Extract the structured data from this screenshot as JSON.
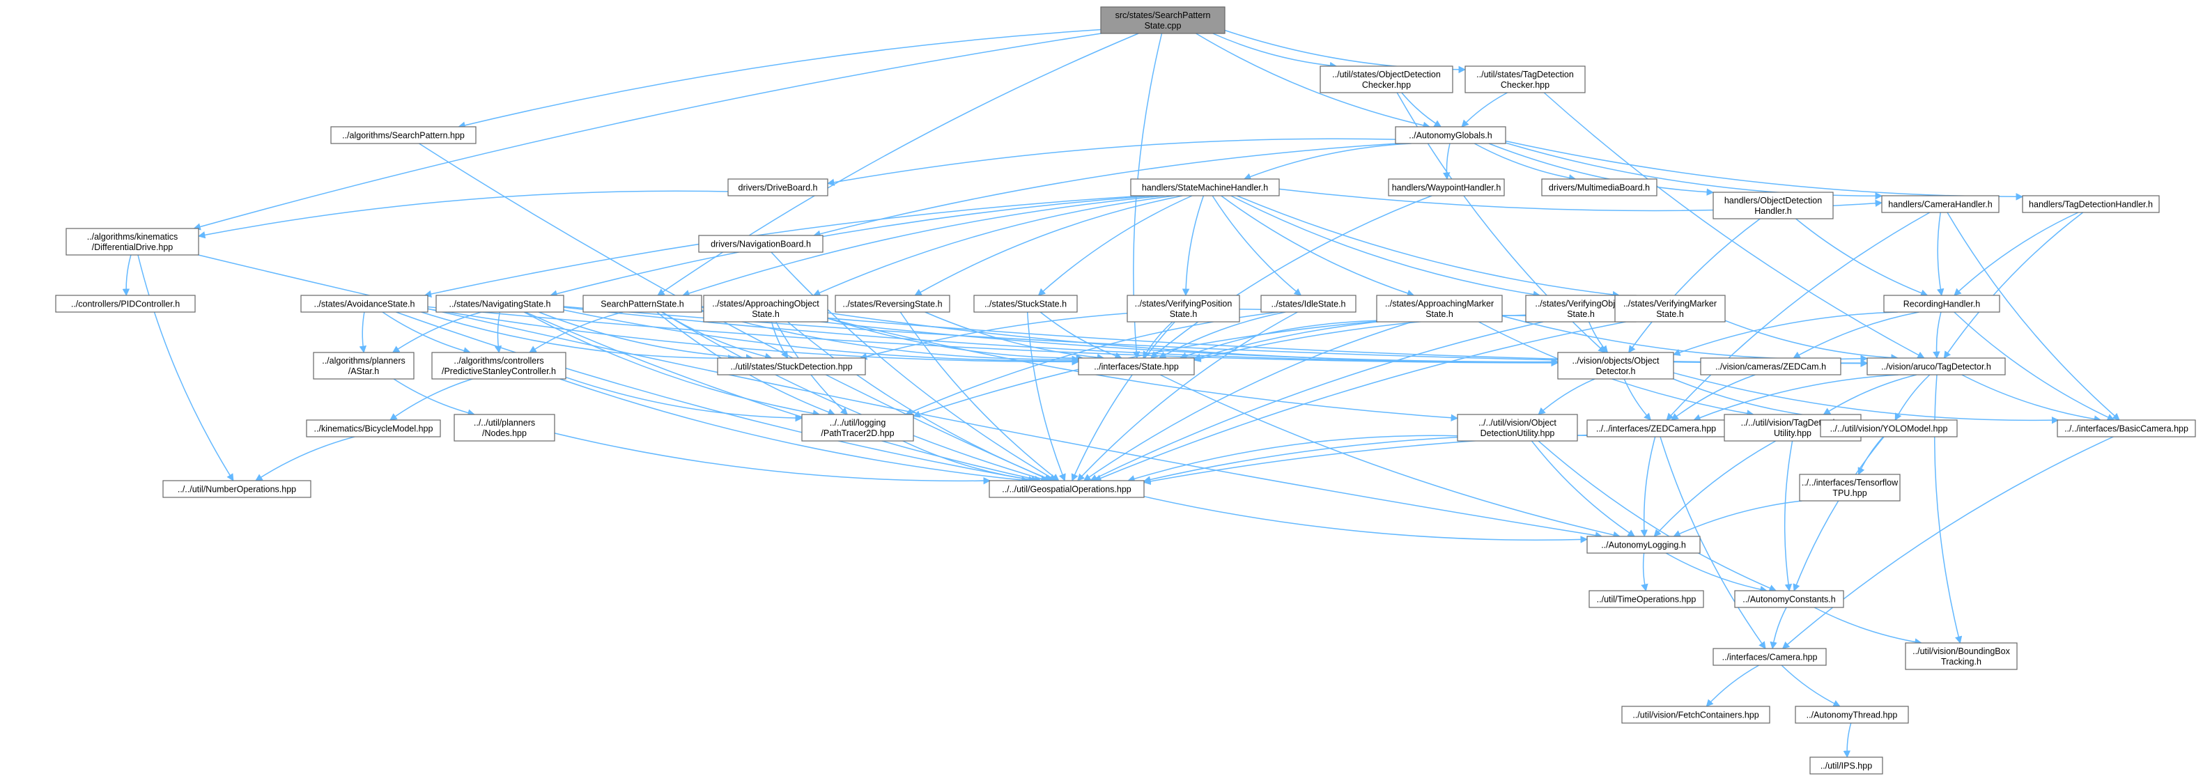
{
  "diagram": {
    "type": "include-dependency-graph",
    "root": "src/states/SearchPatternState.cpp",
    "nodes": [
      {
        "id": "root",
        "lines": [
          "src/states/SearchPattern",
          "State.cpp"
        ],
        "root": true
      },
      {
        "id": "sp_alg",
        "lines": [
          "../algorithms/SearchPattern.hpp"
        ]
      },
      {
        "id": "odc",
        "lines": [
          "../util/states/ObjectDetection",
          "Checker.hpp"
        ]
      },
      {
        "id": "tdc",
        "lines": [
          "../util/states/TagDetection",
          "Checker.hpp"
        ]
      },
      {
        "id": "ag",
        "lines": [
          "../AutonomyGlobals.h"
        ]
      },
      {
        "id": "db",
        "lines": [
          "drivers/DriveBoard.h"
        ]
      },
      {
        "id": "smh",
        "lines": [
          "handlers/StateMachineHandler.h"
        ]
      },
      {
        "id": "wph",
        "lines": [
          "handlers/WaypointHandler.h"
        ]
      },
      {
        "id": "mmb",
        "lines": [
          "drivers/MultimediaBoard.h"
        ]
      },
      {
        "id": "diffdrive",
        "lines": [
          "../algorithms/kinematics",
          "/DifferentialDrive.hpp"
        ]
      },
      {
        "id": "nav",
        "lines": [
          "drivers/NavigationBoard.h"
        ]
      },
      {
        "id": "odh",
        "lines": [
          "handlers/ObjectDetection",
          "Handler.h"
        ]
      },
      {
        "id": "camh",
        "lines": [
          "handlers/CameraHandler.h"
        ]
      },
      {
        "id": "tdh",
        "lines": [
          "handlers/TagDetectionHandler.h"
        ]
      },
      {
        "id": "pid",
        "lines": [
          "../controllers/PIDController.h"
        ]
      },
      {
        "id": "avoid",
        "lines": [
          "../states/AvoidanceState.h"
        ]
      },
      {
        "id": "navst",
        "lines": [
          "../states/NavigatingState.h"
        ]
      },
      {
        "id": "sps",
        "lines": [
          "SearchPatternState.h"
        ]
      },
      {
        "id": "aos",
        "lines": [
          "../states/ApproachingObject",
          "State.h"
        ]
      },
      {
        "id": "rev",
        "lines": [
          "../states/ReversingState.h"
        ]
      },
      {
        "id": "stuck",
        "lines": [
          "../states/StuckState.h"
        ]
      },
      {
        "id": "vps",
        "lines": [
          "../states/VerifyingPosition",
          "State.h"
        ]
      },
      {
        "id": "idle",
        "lines": [
          "../states/IdleState.h"
        ]
      },
      {
        "id": "ams",
        "lines": [
          "../states/ApproachingMarker",
          "State.h"
        ]
      },
      {
        "id": "vos",
        "lines": [
          "../states/VerifyingObject",
          "State.h"
        ]
      },
      {
        "id": "vms",
        "lines": [
          "../states/VerifyingMarker",
          "State.h"
        ]
      },
      {
        "id": "rech",
        "lines": [
          "RecordingHandler.h"
        ]
      },
      {
        "id": "astar",
        "lines": [
          "../algorithms/planners",
          "/AStar.h"
        ]
      },
      {
        "id": "psc",
        "lines": [
          "../algorithms/controllers",
          "/PredictiveStanleyController.h"
        ]
      },
      {
        "id": "stuckdet",
        "lines": [
          "../util/states/StuckDetection.hpp"
        ]
      },
      {
        "id": "state",
        "lines": [
          "../interfaces/State.hpp"
        ]
      },
      {
        "id": "objdet",
        "lines": [
          "../vision/objects/Object",
          "Detector.h"
        ]
      },
      {
        "id": "zedcam",
        "lines": [
          "../vision/cameras/ZEDCam.h"
        ]
      },
      {
        "id": "tagdet",
        "lines": [
          "../vision/aruco/TagDetector.h"
        ]
      },
      {
        "id": "bicycle",
        "lines": [
          "../kinematics/BicycleModel.hpp"
        ]
      },
      {
        "id": "nodes",
        "lines": [
          "../../util/planners",
          "/Nodes.hpp"
        ]
      },
      {
        "id": "pathtracer",
        "lines": [
          "../../util/logging",
          "/PathTracer2D.hpp"
        ]
      },
      {
        "id": "odu",
        "lines": [
          "../../util/vision/Object",
          "DetectionUtility.hpp"
        ]
      },
      {
        "id": "zedi",
        "lines": [
          "../../interfaces/ZEDCamera.hpp"
        ]
      },
      {
        "id": "tdu",
        "lines": [
          "../../util/vision/TagDetection",
          "Utility.hpp"
        ]
      },
      {
        "id": "yolo",
        "lines": [
          "../../util/vision/YOLOModel.hpp"
        ]
      },
      {
        "id": "basiccam",
        "lines": [
          "../../interfaces/BasicCamera.hpp"
        ]
      },
      {
        "id": "numops",
        "lines": [
          "../../util/NumberOperations.hpp"
        ]
      },
      {
        "id": "geo",
        "lines": [
          "../../util/GeospatialOperations.hpp"
        ]
      },
      {
        "id": "tftpu",
        "lines": [
          "../../interfaces/Tensorflow",
          "TPU.hpp"
        ]
      },
      {
        "id": "alog",
        "lines": [
          "../AutonomyLogging.h"
        ]
      },
      {
        "id": "timeops",
        "lines": [
          "../util/TimeOperations.hpp"
        ]
      },
      {
        "id": "aconst",
        "lines": [
          "../AutonomyConstants.h"
        ]
      },
      {
        "id": "camera",
        "lines": [
          "../interfaces/Camera.hpp"
        ]
      },
      {
        "id": "bbt",
        "lines": [
          "../util/vision/BoundingBox",
          "Tracking.h"
        ]
      },
      {
        "id": "fetch",
        "lines": [
          "../util/vision/FetchContainers.hpp"
        ]
      },
      {
        "id": "athread",
        "lines": [
          "../AutonomyThread.hpp"
        ]
      },
      {
        "id": "ips",
        "lines": [
          "../util/IPS.hpp"
        ]
      }
    ],
    "edges": [
      [
        "root",
        "sp_alg"
      ],
      [
        "root",
        "odc"
      ],
      [
        "root",
        "tdc"
      ],
      [
        "root",
        "ag"
      ],
      [
        "root",
        "diffdrive"
      ],
      [
        "root",
        "sps"
      ],
      [
        "root",
        "state"
      ],
      [
        "sp_alg",
        "geo"
      ],
      [
        "odc",
        "ag"
      ],
      [
        "odc",
        "objdet"
      ],
      [
        "tdc",
        "ag"
      ],
      [
        "tdc",
        "tagdet"
      ],
      [
        "ag",
        "db"
      ],
      [
        "ag",
        "smh"
      ],
      [
        "ag",
        "wph"
      ],
      [
        "ag",
        "mmb"
      ],
      [
        "ag",
        "nav"
      ],
      [
        "ag",
        "odh"
      ],
      [
        "ag",
        "camh"
      ],
      [
        "ag",
        "tdh"
      ],
      [
        "db",
        "diffdrive"
      ],
      [
        "diffdrive",
        "pid"
      ],
      [
        "diffdrive",
        "numops"
      ],
      [
        "diffdrive",
        "alog"
      ],
      [
        "nav",
        "geo"
      ],
      [
        "wph",
        "state"
      ],
      [
        "smh",
        "camh"
      ],
      [
        "smh",
        "avoid"
      ],
      [
        "smh",
        "navst"
      ],
      [
        "smh",
        "sps"
      ],
      [
        "smh",
        "aos"
      ],
      [
        "smh",
        "rev"
      ],
      [
        "smh",
        "stuck"
      ],
      [
        "smh",
        "vps"
      ],
      [
        "smh",
        "idle"
      ],
      [
        "smh",
        "ams"
      ],
      [
        "smh",
        "vos"
      ],
      [
        "smh",
        "vms"
      ],
      [
        "odh",
        "rech"
      ],
      [
        "odh",
        "objdet"
      ],
      [
        "camh",
        "rech"
      ],
      [
        "camh",
        "zedi"
      ],
      [
        "camh",
        "basiccam"
      ],
      [
        "tdh",
        "rech"
      ],
      [
        "tdh",
        "tagdet"
      ],
      [
        "rech",
        "objdet"
      ],
      [
        "rech",
        "tagdet"
      ],
      [
        "rech",
        "zedcam"
      ],
      [
        "rech",
        "basiccam"
      ],
      [
        "avoid",
        "astar"
      ],
      [
        "avoid",
        "psc"
      ],
      [
        "avoid",
        "stuckdet"
      ],
      [
        "avoid",
        "state"
      ],
      [
        "avoid",
        "geo"
      ],
      [
        "avoid",
        "objdet"
      ],
      [
        "navst",
        "astar"
      ],
      [
        "navst",
        "psc"
      ],
      [
        "navst",
        "stuckdet"
      ],
      [
        "navst",
        "state"
      ],
      [
        "navst",
        "geo"
      ],
      [
        "navst",
        "pathtracer"
      ],
      [
        "navst",
        "objdet"
      ],
      [
        "navst",
        "tagdet"
      ],
      [
        "sps",
        "psc"
      ],
      [
        "sps",
        "stuckdet"
      ],
      [
        "sps",
        "state"
      ],
      [
        "sps",
        "geo"
      ],
      [
        "sps",
        "pathtracer"
      ],
      [
        "sps",
        "objdet"
      ],
      [
        "sps",
        "tagdet"
      ],
      [
        "aos",
        "stuckdet"
      ],
      [
        "aos",
        "state"
      ],
      [
        "aos",
        "geo"
      ],
      [
        "aos",
        "pathtracer"
      ],
      [
        "aos",
        "objdet"
      ],
      [
        "aos",
        "odu"
      ],
      [
        "rev",
        "state"
      ],
      [
        "rev",
        "geo"
      ],
      [
        "stuck",
        "state"
      ],
      [
        "stuck",
        "geo"
      ],
      [
        "vps",
        "state"
      ],
      [
        "vps",
        "geo"
      ],
      [
        "idle",
        "state"
      ],
      [
        "idle",
        "geo"
      ],
      [
        "idle",
        "stuckdet"
      ],
      [
        "idle",
        "pathtracer"
      ],
      [
        "ams",
        "state"
      ],
      [
        "ams",
        "geo"
      ],
      [
        "ams",
        "pathtracer"
      ],
      [
        "ams",
        "tagdet"
      ],
      [
        "ams",
        "tdu"
      ],
      [
        "vos",
        "state"
      ],
      [
        "vos",
        "geo"
      ],
      [
        "vos",
        "objdet"
      ],
      [
        "vms",
        "state"
      ],
      [
        "vms",
        "geo"
      ],
      [
        "vms",
        "tagdet"
      ],
      [
        "astar",
        "nodes"
      ],
      [
        "psc",
        "bicycle"
      ],
      [
        "psc",
        "pathtracer"
      ],
      [
        "psc",
        "geo"
      ],
      [
        "bicycle",
        "numops"
      ],
      [
        "nodes",
        "geo"
      ],
      [
        "pathtracer",
        "geo"
      ],
      [
        "state",
        "alog"
      ],
      [
        "objdet",
        "odu"
      ],
      [
        "objdet",
        "zedi"
      ],
      [
        "objdet",
        "yolo"
      ],
      [
        "objdet",
        "basiccam"
      ],
      [
        "zedcam",
        "zedi"
      ],
      [
        "tagdet",
        "tdu"
      ],
      [
        "tagdet",
        "yolo"
      ],
      [
        "tagdet",
        "basiccam"
      ],
      [
        "tagdet",
        "bbt"
      ],
      [
        "tagdet",
        "zedi"
      ],
      [
        "odu",
        "geo"
      ],
      [
        "odu",
        "alog"
      ],
      [
        "odu",
        "aconst"
      ],
      [
        "zedi",
        "geo"
      ],
      [
        "zedi",
        "alog"
      ],
      [
        "zedi",
        "camera"
      ],
      [
        "tdu",
        "geo"
      ],
      [
        "tdu",
        "alog"
      ],
      [
        "tdu",
        "aconst"
      ],
      [
        "yolo",
        "tftpu"
      ],
      [
        "yolo",
        "aconst"
      ],
      [
        "tftpu",
        "alog"
      ],
      [
        "basiccam",
        "camera"
      ],
      [
        "geo",
        "alog"
      ],
      [
        "alog",
        "timeops"
      ],
      [
        "alog",
        "aconst"
      ],
      [
        "aconst",
        "camera"
      ],
      [
        "aconst",
        "bbt"
      ],
      [
        "camera",
        "fetch"
      ],
      [
        "camera",
        "athread"
      ],
      [
        "athread",
        "ips"
      ]
    ]
  }
}
